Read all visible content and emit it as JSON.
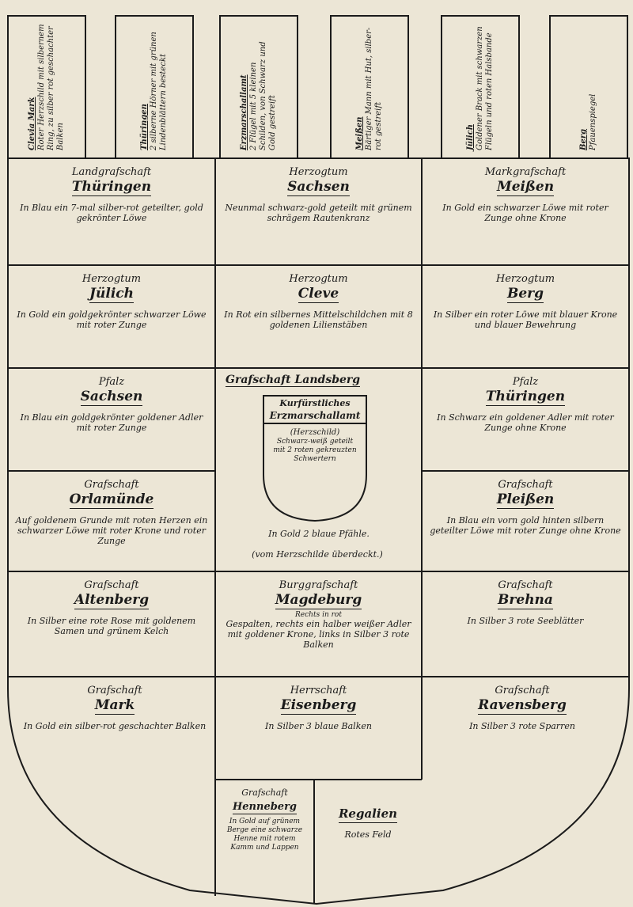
{
  "crest_tops": [
    {
      "name": "Clevia Mark",
      "desc": "Roter Herzschild mit silbernem Ring, zu silber rot geschachter Balken"
    },
    {
      "name": "Thüringen",
      "desc": "2 silberne Hörner mit grünen Lindenblättern besteckt"
    },
    {
      "name": "Erzmarschallamt",
      "desc": "2 Flügel mit 5 kleinen Schilden, von Schwarz und Gold gestreift"
    },
    {
      "name": "Meißen",
      "desc": "Bärtiger Mann mit Hut, silber-rot gestreift"
    },
    {
      "name": "Jülich",
      "desc": "Goldener Brack mit schwarzen Flügeln und roten Halsbande"
    },
    {
      "name": "Berg",
      "desc": "Pfauenspiegel"
    }
  ],
  "fields": {
    "thueringen_lg": {
      "t1": "Landgrafschaft",
      "t2": "Thüringen",
      "desc": "In Blau ein 7-mal silber-rot geteilter, gold gekrönter Löwe"
    },
    "sachsen_hz": {
      "t1": "Herzogtum",
      "t2": "Sachsen",
      "desc": "Neunmal schwarz-gold geteilt mit grünem schrägem Rautenkranz"
    },
    "meissen_mg": {
      "t1": "Markgrafschaft",
      "t2": "Meißen",
      "desc": "In Gold ein schwarzer Löwe mit roter Zunge ohne Krone"
    },
    "juelich": {
      "t1": "Herzogtum",
      "t2": "Jülich",
      "desc": "In Gold ein goldgekrönter schwarzer Löwe mit roter Zunge"
    },
    "cleve": {
      "t1": "Herzogtum",
      "t2": "Cleve",
      "desc": "In Rot ein silbernes Mittelschildchen mit 8 goldenen Lilienstäben"
    },
    "berg": {
      "t1": "Herzogtum",
      "t2": "Berg",
      "desc": "In Silber ein roter Löwe mit blauer Krone und blauer Bewehrung"
    },
    "pfalz_sachsen": {
      "t1": "Pfalz",
      "t2": "Sachsen",
      "desc": "In Blau ein goldgekrönter goldener Adler mit roter Zunge"
    },
    "pfalz_thueringen": {
      "t1": "Pfalz",
      "t2": "Thüringen",
      "desc": "In Schwarz ein goldener Adler mit roter Zunge ohne Krone"
    },
    "orlamuende": {
      "t1": "Grafschaft",
      "t2": "Orlamünde",
      "desc": "Auf goldenem Grunde mit roten Herzen ein schwarzer Löwe mit roter Krone und roter Zunge"
    },
    "pleissen": {
      "t1": "Grafschaft",
      "t2": "Pleißen",
      "desc": "In Blau ein vorn gold hinten silbern geteilter Löwe mit roter Zunge ohne Krone"
    },
    "altenberg": {
      "t1": "Grafschaft",
      "t2": "Altenberg",
      "desc": "In Silber eine rote Rose mit goldenem Samen und grünem Kelch"
    },
    "magdeburg": {
      "t1": "Burggrafschaft",
      "t2": "Magdeburg",
      "note": "Rechts in rot",
      "desc": "Gespalten, rechts ein halber weißer Adler mit goldener Krone, links in Silber 3 rote Balken"
    },
    "brehna": {
      "t1": "Grafschaft",
      "t2": "Brehna",
      "desc": "In Silber 3 rote Seeblätter"
    },
    "mark": {
      "t1": "Grafschaft",
      "t2": "Mark",
      "desc": "In Gold ein silber-rot geschachter Balken"
    },
    "eisenberg": {
      "t1": "Herrschaft",
      "t2": "Eisenberg",
      "desc": "In Silber 3 blaue Balken"
    },
    "ravensberg": {
      "t1": "Grafschaft",
      "t2": "Ravensberg",
      "desc": "In Silber 3 rote Sparren"
    },
    "henneberg": {
      "t1": "Grafschaft",
      "t2": "Henneberg",
      "desc": "In Gold auf grünem Berge eine schwarze Henne mit rotem Kamm und Lappen"
    },
    "regalien": {
      "t1": "",
      "t2": "Regalien",
      "desc": "Rotes Feld"
    }
  },
  "center": {
    "title": "Grafschaft Landsberg",
    "inescutcheon_name1": "Kurfürstliches",
    "inescutcheon_name2": "Erzmarschallamt",
    "inescutcheon_hint": "(Herzschild)",
    "inescutcheon_desc": "Schwarz-weiß geteilt mit 2 roten gekreuzten Schwertern",
    "desc": "In Gold 2 blaue Pfähle.",
    "note": "(vom Herzschilde überdeckt.)"
  }
}
